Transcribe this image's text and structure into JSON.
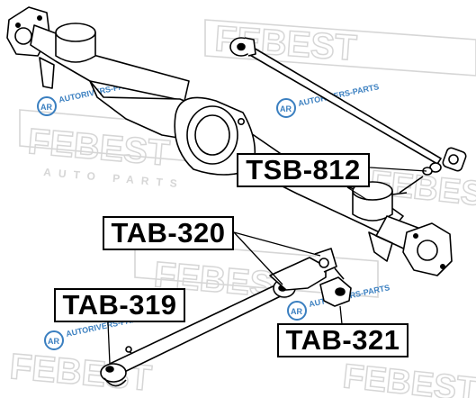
{
  "watermark": {
    "brand": "FEBEST",
    "tagline": "AUTO PARTS",
    "badge_text": "AR",
    "badge_caption": "AUTORIVERS-PARTS",
    "color": "#d6d6d6",
    "badge_color": "#3a7fc0"
  },
  "callouts": {
    "tsb812": "TSB-812",
    "tab320": "TAB-320",
    "tab319": "TAB-319",
    "tab321": "TAB-321"
  },
  "colors": {
    "line": "#000000",
    "background": "#ffffff"
  }
}
